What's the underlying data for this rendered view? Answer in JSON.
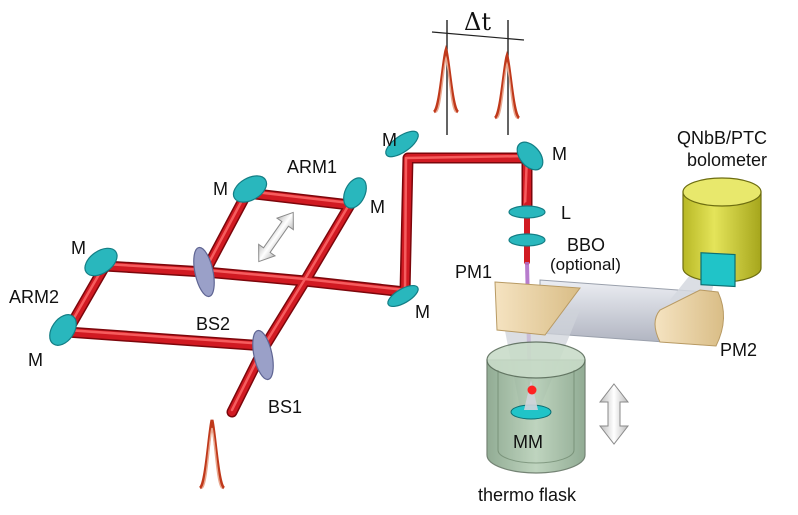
{
  "labels": {
    "arm1": "ARM1",
    "arm2": "ARM2",
    "bs1": "BS1",
    "bs2": "BS2",
    "mirror": "M",
    "lens": "L",
    "bbo": "BBO",
    "bbo_note": "(optional)",
    "pm1": "PM1",
    "pm2": "PM2",
    "mm": "MM",
    "bolometer_line1": "QNbB/PTC",
    "bolometer_line2": "bolometer",
    "thermo_flask": "thermo flask",
    "delay": "Δt"
  },
  "colors": {
    "beam": "#c8141e",
    "beam_dark": "#8e0a10",
    "mirror": "#29b7bd",
    "mirror_dark": "#137e85",
    "beamsplitter": "#9aa0c8",
    "pulse": "#c0391b",
    "terahertz_beam": "#c9ccd6",
    "parabolic_mirror": "#efd7ac",
    "bolometer": "#d6d63a",
    "bolometer_window": "#20c4c8",
    "flask": "#98b49a",
    "uv_beam": "#b06ec8"
  },
  "icons": [
    "double-arrow-icon",
    "pulse-icon"
  ]
}
